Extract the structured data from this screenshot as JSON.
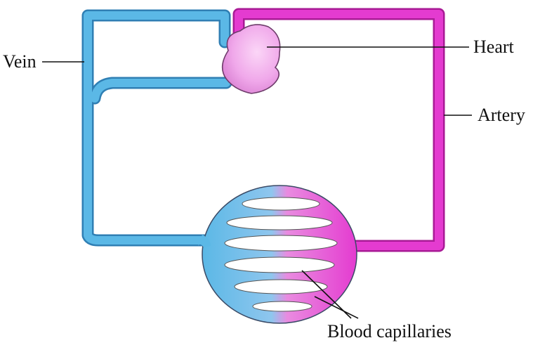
{
  "labels": {
    "vein": "Vein",
    "heart": "Heart",
    "artery": "Artery",
    "capillaries": "Blood capillaries"
  },
  "colors": {
    "vein": "#5bb8e6",
    "vein_dark": "#2f7fb4",
    "artery": "#e43bd0",
    "artery_dark": "#a81a95",
    "heart": "#f0a8ea",
    "heart_light": "#fbd6f7",
    "outline": "#1d2a3a"
  }
}
